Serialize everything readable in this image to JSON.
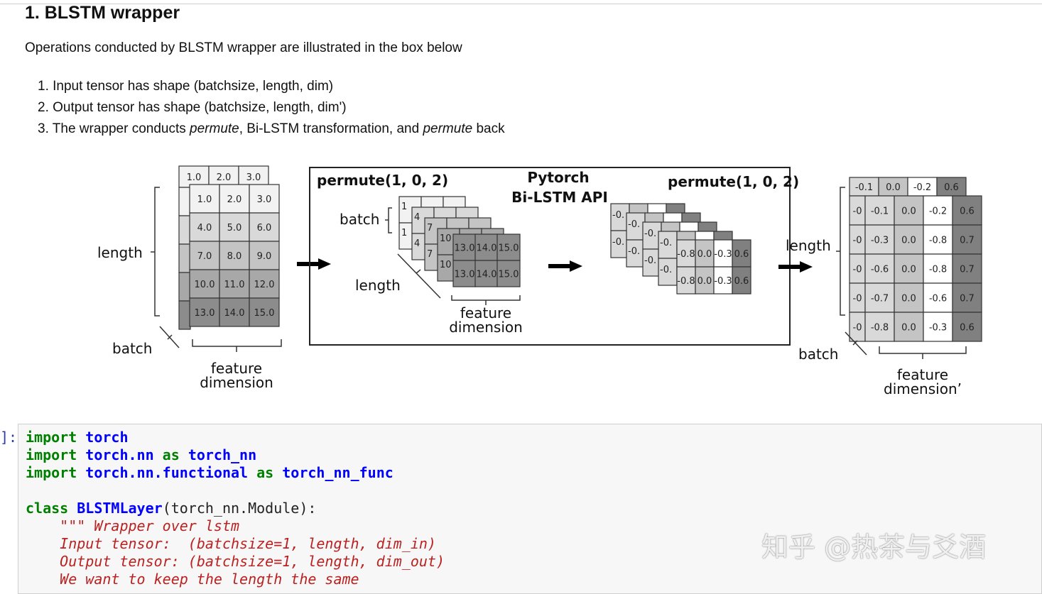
{
  "heading": "1. BLSTM wrapper",
  "intro": "Operations conducted by BLSTM wrapper are illustrated in the box below",
  "steps": {
    "s1": "1. Input tensor has shape (batchsize, length, dim)",
    "s2": "2. Output tensor has shape (batchsize, length, dim')",
    "s3_a": "3. The wrapper conducts ",
    "s3_b": "permute",
    "s3_c": ", Bi-LSTM transformation, and ",
    "s3_d": "permute",
    "s3_e": " back"
  },
  "diagram": {
    "input_rows": [
      [
        "1.0",
        "2.0",
        "3.0"
      ],
      [
        "4.0",
        "5.0",
        "6.0"
      ],
      [
        "7.0",
        "8.0",
        "9.0"
      ],
      [
        "10.0",
        "11.0",
        "12.0"
      ],
      [
        "13.0",
        "14.0",
        "15.0"
      ]
    ],
    "input_row_colors": [
      "#f2f2f2",
      "#d9d9d9",
      "#c4c4c4",
      "#a8a8a8",
      "#8c8c8c"
    ],
    "back_top": [
      "1.0",
      "2.0",
      "3.0"
    ],
    "label_length": "length",
    "label_batch": "batch",
    "label_feature": "feature",
    "label_dimension": "dimension",
    "label_dimension_prime": "dimension’",
    "box_permute_left": "permute(1, 0, 2)",
    "box_permute_right": "permute(1, 0, 2)",
    "box_api_line1": "Pytorch",
    "box_api_line2": "Bi-LSTM API",
    "mid_front_rows": [
      [
        "13.0",
        "14.0",
        "15.0"
      ],
      [
        "13.0",
        "14.0",
        "15.0"
      ]
    ],
    "mid_back_digits": [
      "1",
      "1",
      "4",
      "4",
      "7",
      "7",
      "10",
      "10"
    ],
    "mid_out_rows": [
      [
        "-0.8",
        "0.0",
        "-0.3",
        "0.6"
      ],
      [
        "-0.8",
        "0.0",
        "-0.3",
        "0.6"
      ]
    ],
    "mid_out_back": [
      "-0.",
      "-0.",
      "-0.",
      "-0.",
      "-0.",
      "-0.",
      "-0.",
      "-0."
    ],
    "output_rows": [
      [
        "-0.1",
        "0.0",
        "-0.2",
        "0.6"
      ],
      [
        "-0.3",
        "0.0",
        "-0.8",
        "0.7"
      ],
      [
        "-0.6",
        "0.0",
        "-0.8",
        "0.7"
      ],
      [
        "-0.7",
        "0.0",
        "-0.6",
        "0.7"
      ],
      [
        "-0.8",
        "0.0",
        "-0.3",
        "0.6"
      ]
    ],
    "output_back_top": [
      "-0.1",
      "0.0",
      "-0.2",
      "0.6"
    ],
    "output_back_side": [
      "-0",
      "-0",
      "-0",
      "-0",
      "-0"
    ],
    "output_col_colors": [
      "#d9d9d9",
      "#c4c4c4",
      "#ffffff",
      "#808080"
    ]
  },
  "cell_prompt": "]:",
  "code": {
    "l1_kw": "import",
    "l1_nm": "torch",
    "l2_kw": "import",
    "l2_nm": "torch.nn",
    "l2_as": "as",
    "l2_alias": "torch_nn",
    "l3_kw": "import",
    "l3_nm": "torch.nn.functional",
    "l3_as": "as",
    "l3_alias": "torch_nn_func",
    "l5_kw": "class",
    "l5_cls": "BLSTMLayer",
    "l5_rest": "(torch_nn.Module):",
    "l6": "    \"\"\" Wrapper over lstm",
    "l7": "    Input tensor:  (batchsize=1, length, dim_in)",
    "l8": "    Output tensor: (batchsize=1, length, dim_out)",
    "l9": "    We want to keep the length the same"
  },
  "watermark": "知乎 @热茶与爻酒"
}
